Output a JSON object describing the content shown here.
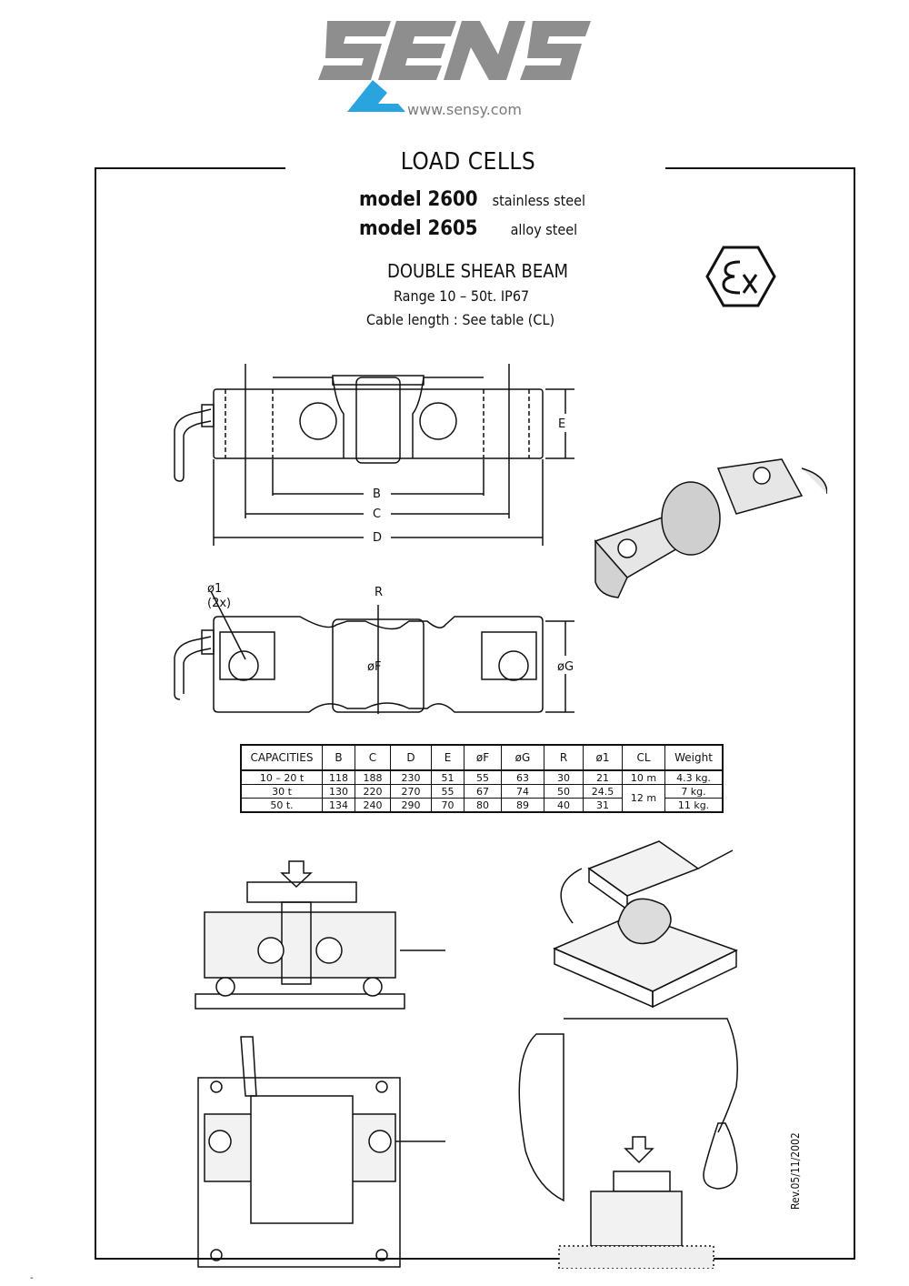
{
  "logo": {
    "brand": "SENSY",
    "url": "www.sensy.com",
    "icon": "sensy-logo-icon",
    "colors": {
      "grey": "#8e8e8e",
      "blue": "#2aa4df"
    }
  },
  "title": "LOAD CELLS",
  "models": [
    {
      "label": "model 2600",
      "material": "stainless steel"
    },
    {
      "label": "model 2605",
      "material": "alloy steel"
    }
  ],
  "subtitle": "DOUBLE SHEAR BEAM",
  "range": "Range 10 – 50t. IP67",
  "cable": "Cable length : See table (CL)",
  "certification_icon": "ex-atex-icon",
  "drawing_labels": {
    "b": "B",
    "c": "C",
    "d": "D",
    "e": "E",
    "r": "R",
    "f": "øF",
    "g": "øG",
    "hole": "ø1",
    "hole_count": "(2x)"
  },
  "table": {
    "headers": [
      "CAPACITIES",
      "B",
      "C",
      "D",
      "E",
      "øF",
      "øG",
      "R",
      "ø1",
      "CL",
      "Weight"
    ],
    "rows": [
      [
        "10 – 20 t",
        "118",
        "188",
        "230",
        "51",
        "55",
        "63",
        "30",
        "21",
        "10 m",
        "4.3 kg."
      ],
      [
        "30 t",
        "130",
        "220",
        "270",
        "55",
        "67",
        "74",
        "50",
        "24.5",
        "12 m",
        "7 kg."
      ],
      [
        "50 t.",
        "134",
        "240",
        "290",
        "70",
        "80",
        "89",
        "40",
        "31",
        "",
        "11 kg."
      ]
    ]
  },
  "revision": "Rev.05/11/2002",
  "footer_mark": "-"
}
